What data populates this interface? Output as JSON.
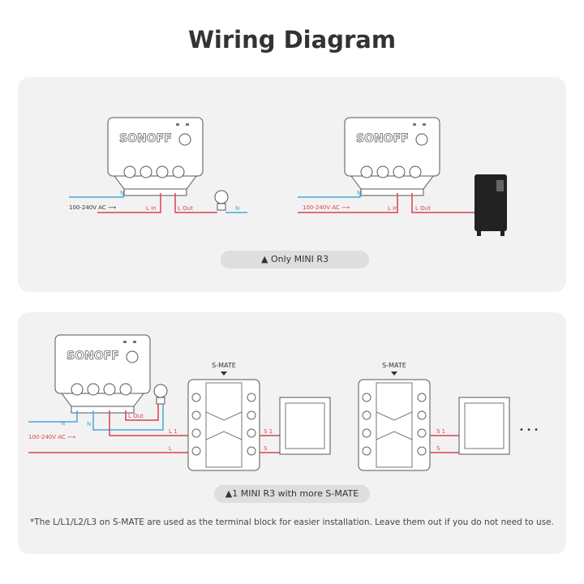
{
  "title": "Wiring Diagram",
  "colors": {
    "neutral_wire": "#4aa8d8",
    "live_wire": "#d8434f",
    "panel_bg": "#f2f2f2",
    "pill_bg": "#dedede"
  },
  "logo": "SONOFF",
  "panel1": {
    "caption": "▲ Only MINI R3",
    "wire_labels": {
      "n": "N",
      "l_in": "L In",
      "l_out": "L Out",
      "ac": "100-240V AC ⟶"
    },
    "loads": [
      "bulb-icon",
      "heater-icon"
    ]
  },
  "panel2": {
    "caption": "▲1 MINI R3 with more S-MATE",
    "smate_label": "S-MATE",
    "wire_labels": {
      "n": "N",
      "l_out": "L Out",
      "ac": "100-240V AC ⟶",
      "l1": "L 1",
      "l": "L",
      "s1": "S 1",
      "s": "S"
    },
    "more": "• • •"
  },
  "footnote": "*The L/L1/L2/L3 on S-MATE are used as the terminal block for easier installation. Leave them out if you do not need to use."
}
